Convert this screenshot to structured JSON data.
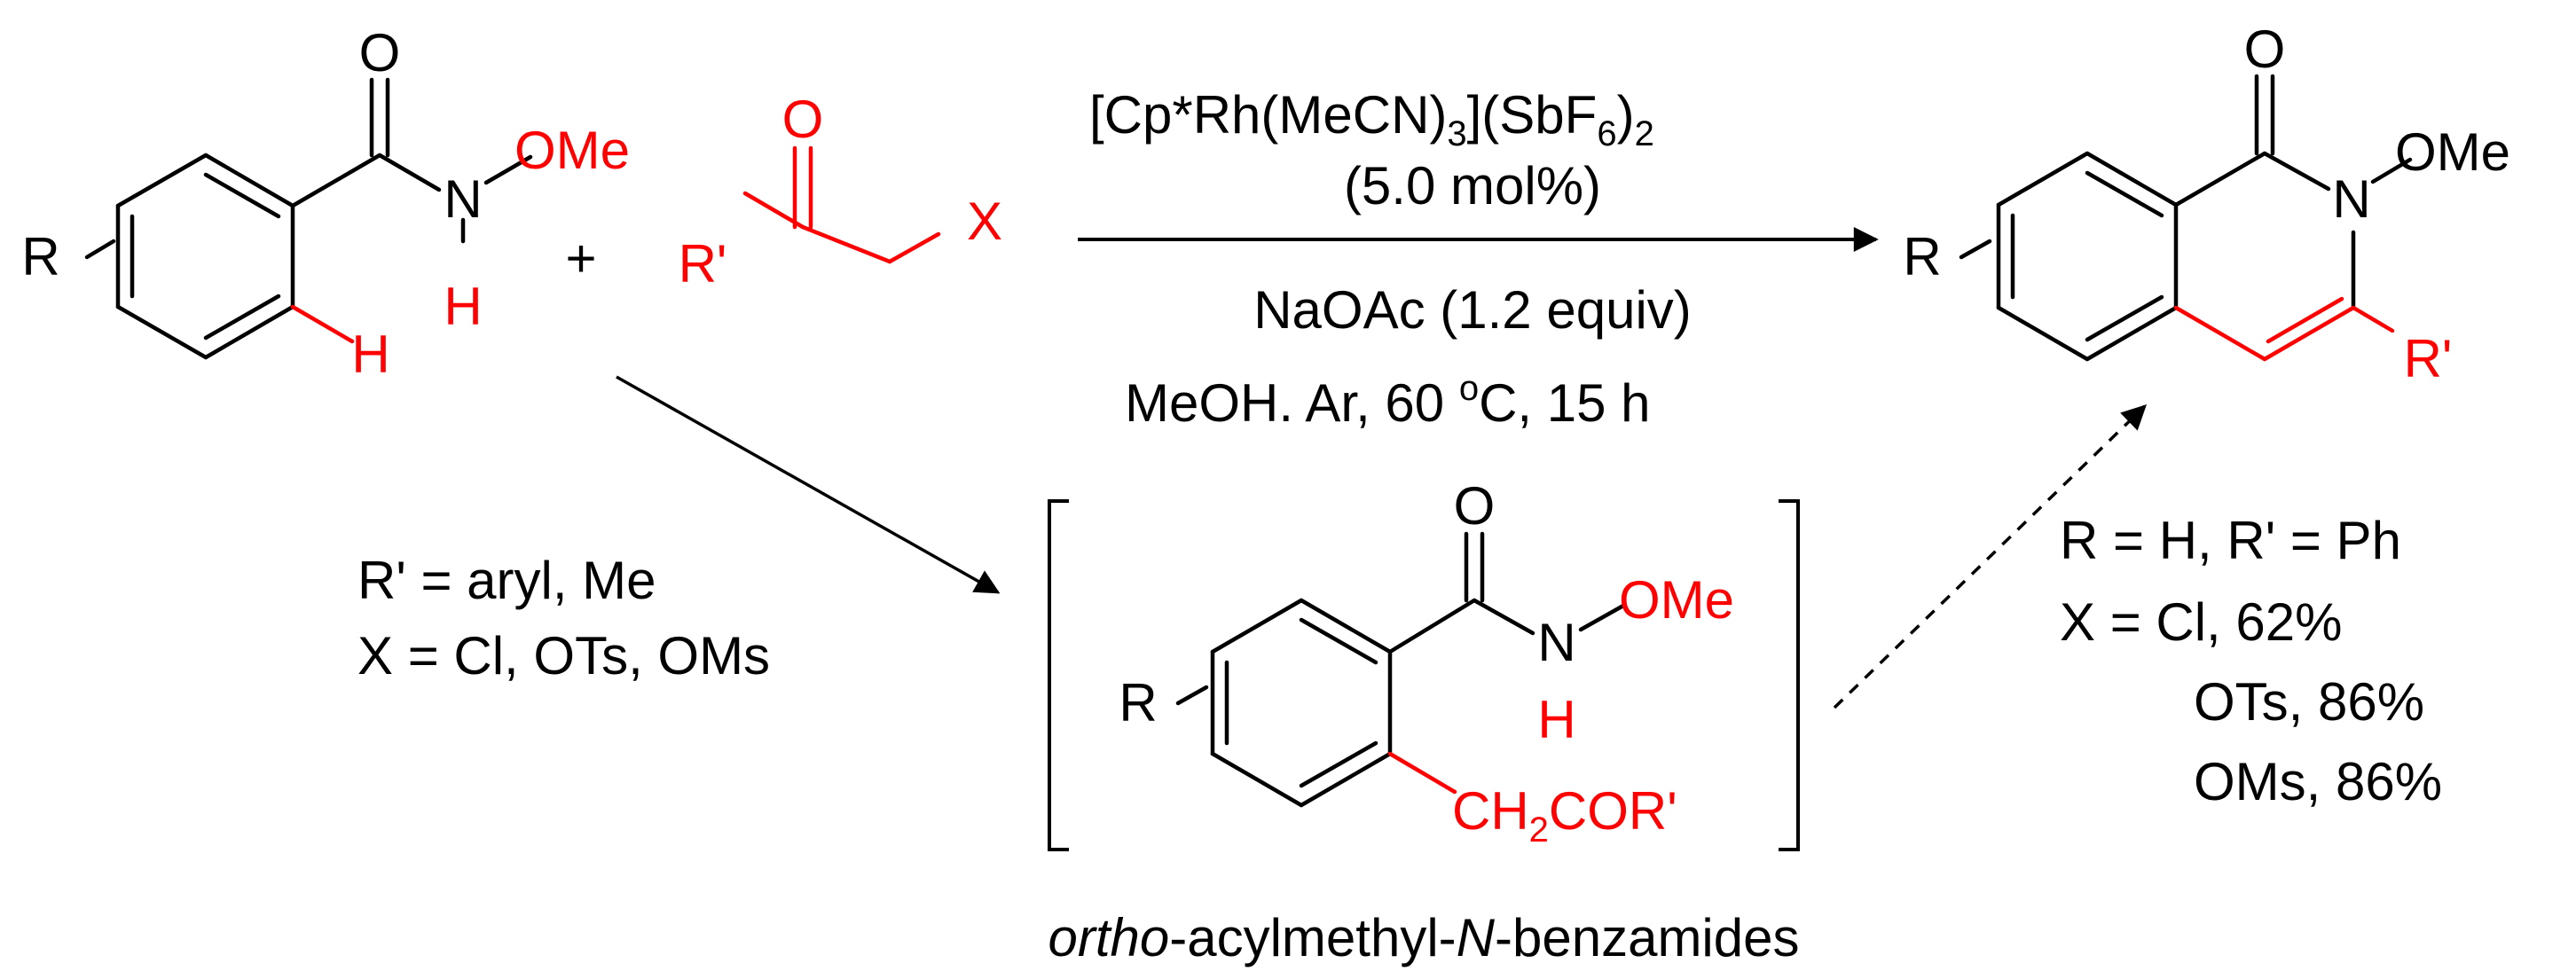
{
  "colors": {
    "ink": "#000000",
    "highlight": "#ff0000"
  },
  "reactant1": {
    "r_group": "R",
    "carbonyl_o": "O",
    "n_atom": "N",
    "ome": "OMe",
    "nh_h": "H",
    "ortho_h": "H"
  },
  "plus": "+",
  "reactant2": {
    "carbonyl_o": "O",
    "r_prime": "R'",
    "x_group": "X"
  },
  "conditions": {
    "catalyst_a": "[Cp*Rh(MeCN)",
    "catalyst_sub1": "3",
    "catalyst_b": "](SbF",
    "catalyst_sub2": "6",
    "catalyst_c": ")",
    "catalyst_sub3": "2",
    "loading": "(5.0 mol%)",
    "base": "NaOAc (1.2 equiv)",
    "solvent_a": "MeOH. Ar, 60 ",
    "solvent_deg": "o",
    "solvent_b": "C, 15 h"
  },
  "substituents": {
    "line1": "R' = aryl, Me",
    "line2": "X = Cl, OTs, OMs"
  },
  "intermediate": {
    "r_group": "R",
    "carbonyl_o": "O",
    "n_atom": "N",
    "ome": "OMe",
    "nh_h": "H",
    "side_a": "CH",
    "side_sub": "2",
    "side_b": "COR'",
    "caption_italic1": "ortho",
    "caption_mid": "-acylmethyl-",
    "caption_italic2": "N",
    "caption_end": "-benzamides"
  },
  "product": {
    "r_group": "R",
    "carbonyl_o": "O",
    "n_atom": "N",
    "ome": "OMe",
    "r_prime": "R'"
  },
  "results": {
    "line1": "R = H, R' = Ph",
    "line2": "X = Cl, 62%",
    "line3": "OTs,  86%",
    "line4": "OMs, 86%"
  }
}
